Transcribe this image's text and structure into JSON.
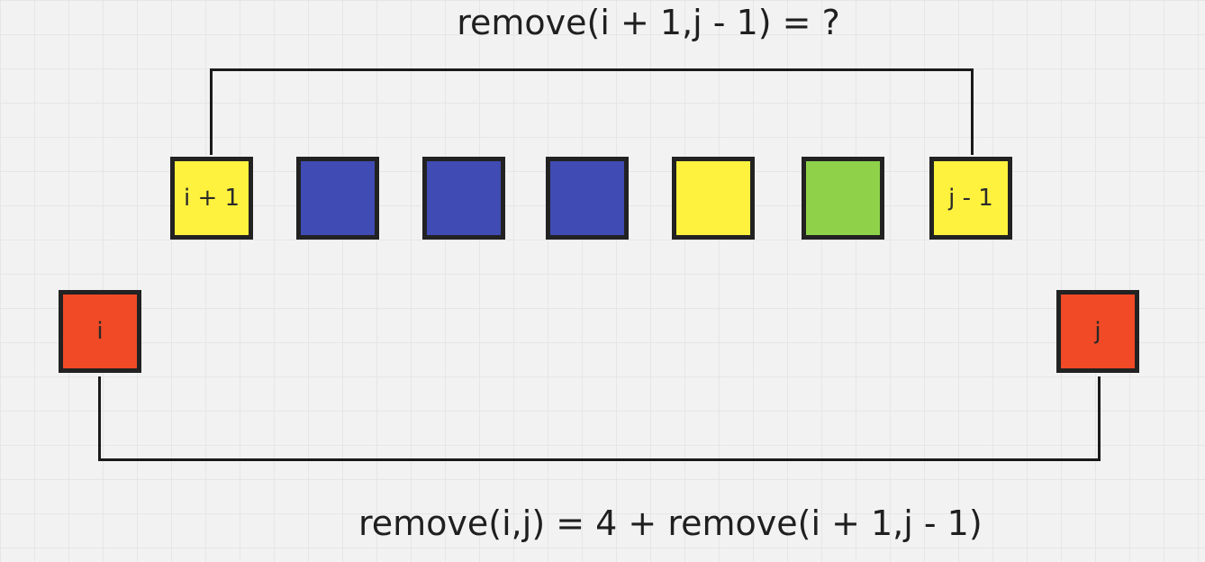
{
  "title_top": "remove(i + 1,j - 1) = ?",
  "title_bottom": "remove(i,j) = 4 + remove(i + 1,j - 1)",
  "colors": {
    "yellow": "#fff23e",
    "blue": "#404bb3",
    "green": "#8fd24a",
    "red": "#f04a26",
    "border": "#222222",
    "line": "#1a1a1a"
  },
  "boxes": {
    "inner_first": {
      "label": "i + 1",
      "color": "#fff23e"
    },
    "inner_2": {
      "label": "",
      "color": "#404bb3"
    },
    "inner_3": {
      "label": "",
      "color": "#404bb3"
    },
    "inner_4": {
      "label": "",
      "color": "#404bb3"
    },
    "inner_5": {
      "label": "",
      "color": "#fff23e"
    },
    "inner_6": {
      "label": "",
      "color": "#8fd24a"
    },
    "inner_last": {
      "label": "j - 1",
      "color": "#fff23e"
    },
    "outer_left": {
      "label": "i",
      "color": "#f04a26"
    },
    "outer_right": {
      "label": "j",
      "color": "#f04a26"
    }
  }
}
